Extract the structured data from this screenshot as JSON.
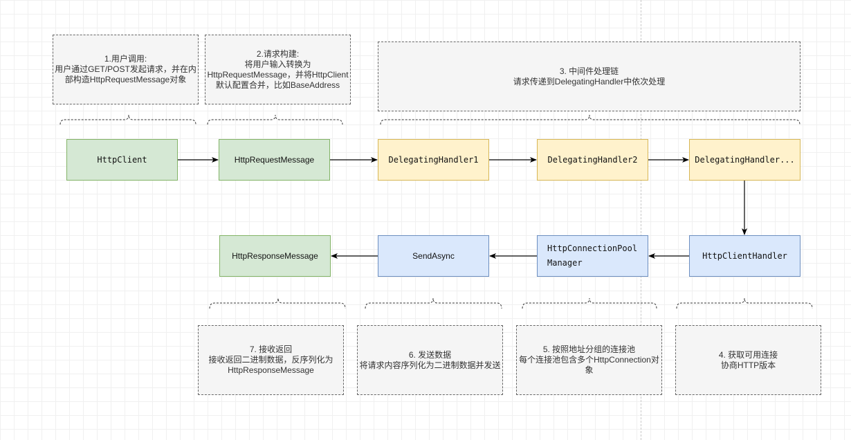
{
  "notes": {
    "n1": "1.用户调用:\n用户通过GET/POST发起请求，并在内部构造HttpRequestMessage对象",
    "n2": "2.请求构建:\n将用户输入转换为HttpRequestMessage，并将HttpClient默认配置合并，比如BaseAddress",
    "n3": "3. 中间件处理链\n请求传递到DelegatingHandler中依次处理",
    "n4": "4. 获取可用连接\n协商HTTP版本",
    "n5": "5. 按照地址分组的连接池\n每个连接池包含多个HttpConnection对象",
    "n6": "6. 发送数据\n将请求内容序列化为二进制数据并发送",
    "n7": "7. 接收返回\n接收返回二进制数据，反序列化为HttpResponseMessage"
  },
  "nodes": {
    "http_client": "HttpClient",
    "http_request_message": "HttpRequestMessage",
    "delegating_handler_1": "DelegatingHandler1",
    "delegating_handler_2": "DelegatingHandler2",
    "delegating_handler_n": "DelegatingHandler...",
    "http_client_handler": "HttpClientHandler",
    "pool_manager_line1": "HttpConnectionPool",
    "pool_manager_line2": "Manager",
    "send_async": "SendAsync",
    "http_response_message": "HttpResponseMessage"
  },
  "colors": {
    "green_fill": "#d5e8d4",
    "green_stroke": "#82b366",
    "yellow_fill": "#fff2cc",
    "yellow_stroke": "#d6b656",
    "blue_fill": "#dae8fc",
    "blue_stroke": "#6c8ebf",
    "note_fill": "#f5f5f5",
    "arrow": "#000000"
  }
}
